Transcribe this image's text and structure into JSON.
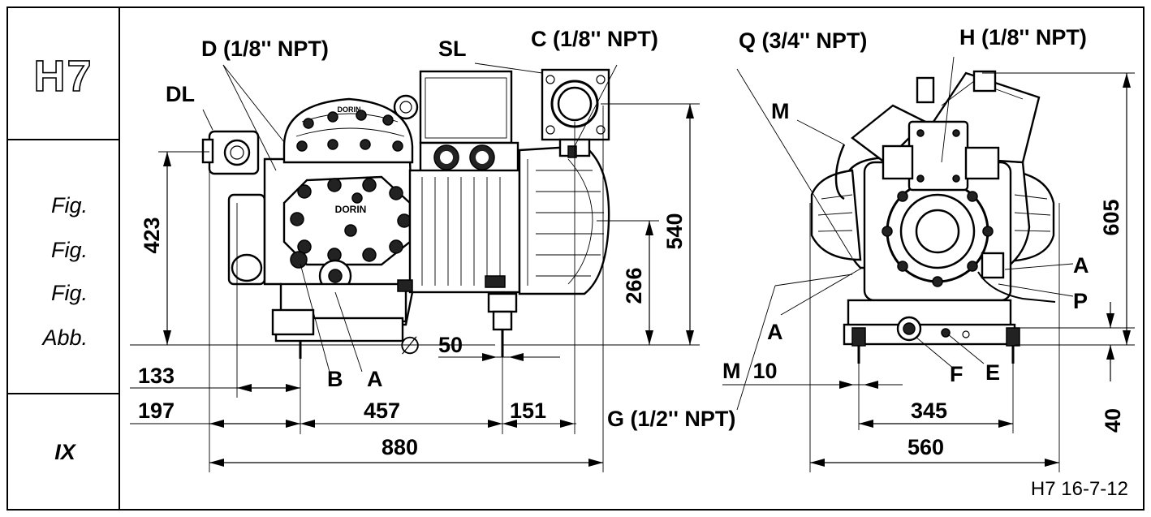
{
  "model_code": "H7",
  "side_panel": {
    "fig_labels": [
      "Fig.",
      "Fig.",
      "Fig.",
      "Abb."
    ],
    "section": "IX"
  },
  "callouts": {
    "D": "D (1/8'' NPT)",
    "SL": "SL",
    "C": "C (1/8'' NPT)",
    "Q": "Q (3/4'' NPT)",
    "H": "H (1/8'' NPT)",
    "DL": "DL",
    "M_top": "M",
    "A_front": "A",
    "B_front": "B",
    "A_side_right": "A",
    "A_side_left": "A",
    "P": "P",
    "F": "F",
    "E": "E",
    "G": "G (1/2'' NPT)",
    "M10": "M  10"
  },
  "dimensions": {
    "d423": "423",
    "d540": "540",
    "d266": "266",
    "d605": "605",
    "d40": "40",
    "d133": "133",
    "d197": "197",
    "d457": "457",
    "d151": "151",
    "d880": "880",
    "d345": "345",
    "d560": "560",
    "diameter_symbol": "∅",
    "d50": "50"
  },
  "drawing_ref": "H7 16-7-12"
}
